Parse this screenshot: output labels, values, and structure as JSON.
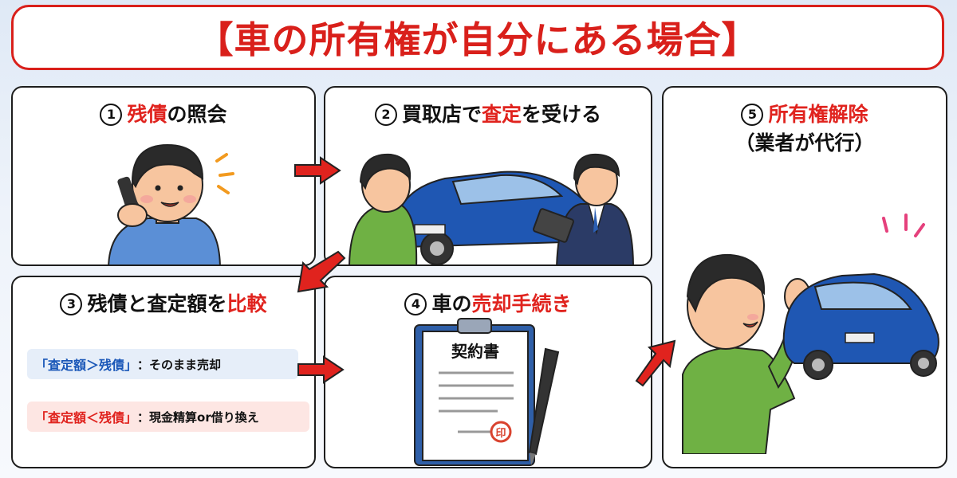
{
  "title": "【車の所有権が自分にある場合】",
  "steps": {
    "s1": {
      "num": "1",
      "red": "残債",
      "rest": "の照会"
    },
    "s2": {
      "num": "2",
      "pre": "買取店で",
      "red": "査定",
      "rest": "を受ける"
    },
    "s3": {
      "num": "3",
      "pre": "残債と査定額を",
      "red": "比較"
    },
    "s4": {
      "num": "4",
      "pre": "車の",
      "red": "売却手続き"
    },
    "s5": {
      "num": "5",
      "red": "所有権解除",
      "sub": "（業者が代行）"
    }
  },
  "notes": {
    "n1": {
      "label": "「査定額＞残債」",
      "text": "：そのまま売却"
    },
    "n2": {
      "label": "「査定額＜残債」",
      "text": "：現金精算or借り換え"
    }
  },
  "contract": {
    "title": "契約書",
    "seal": "印"
  },
  "colors": {
    "accent_red": "#e0231e",
    "car_blue": "#1f57b3",
    "border": "#1d1d1d"
  }
}
